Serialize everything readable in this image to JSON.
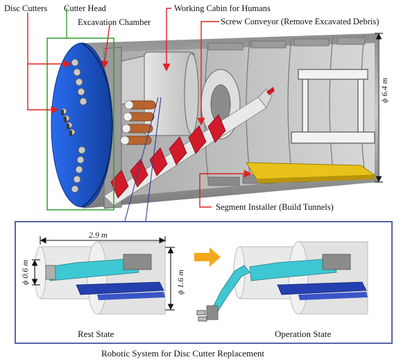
{
  "labels": {
    "disc_cutters": "Disc Cutters",
    "cutter_head": "Cutter Head",
    "excavation_chamber": "Excavation Chamber",
    "working_cabin": "Working Cabin for Humans",
    "screw_conveyor": "Screw Conveyor (Remove Excavated Debris)",
    "segment_installer": "Segment Installer (Build Tunnels)",
    "tunnel_diameter": "ϕ 6.4 m"
  },
  "inset": {
    "length_dim": "2.9 m",
    "small_diameter": "ϕ 0.6 m",
    "large_diameter": "ϕ 1.6 m",
    "rest_state": "Rest State",
    "operation_state": "Operation State"
  },
  "caption": "Robotic System for Disc Cutter Replacement",
  "colors": {
    "cutter_head": "#1f5fd6",
    "screw_conveyor": "#d11a2a",
    "segment_installer": "#e8c21a",
    "robot_arm": "#3ec8d4",
    "rail": "#2440b0",
    "callout_red": "#e02020",
    "callout_green": "#2aa02a",
    "arrow_orange": "#f2a81d",
    "inset_border": "#2f3f8f"
  }
}
